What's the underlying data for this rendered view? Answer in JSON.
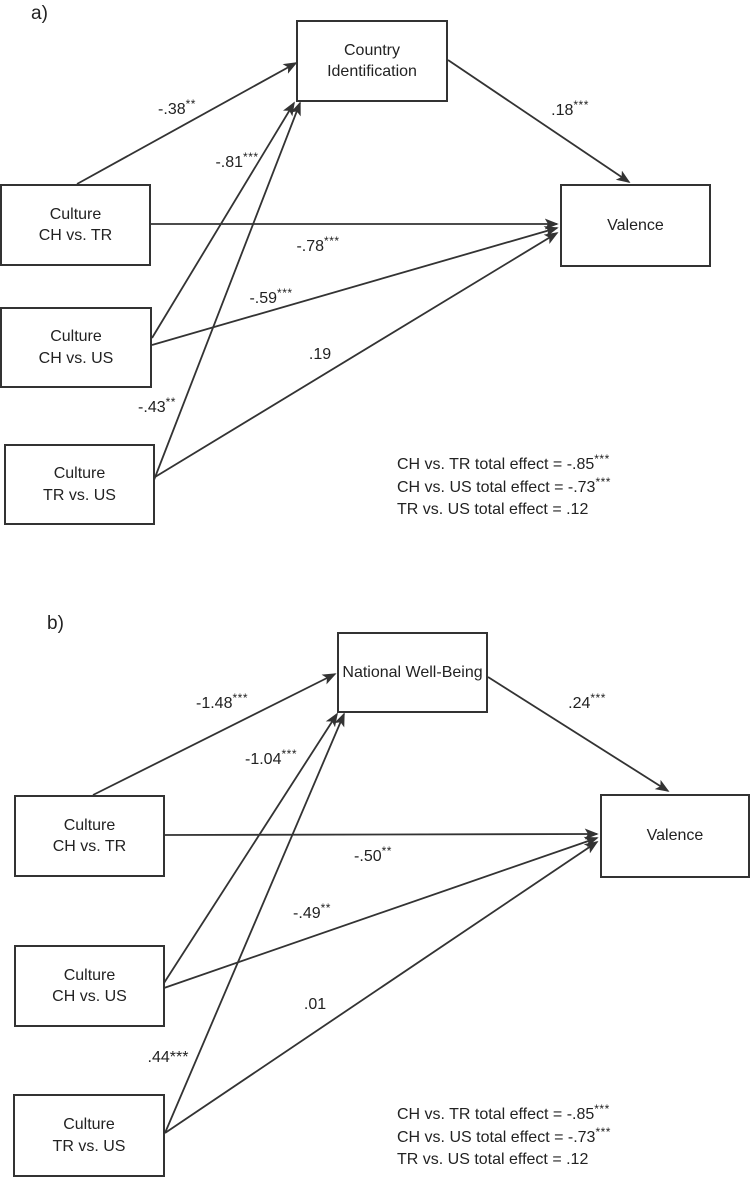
{
  "figure": {
    "panels": [
      {
        "label": "a)",
        "mediator": "Country\nIdentification",
        "predictors": [
          "Culture\nCH vs. TR",
          "Culture\nCH vs. US",
          "Culture\nTR vs. US"
        ],
        "outcome": "Valence",
        "coefficients": {
          "p1_mediator": {
            "value": "-.38",
            "stars": "**"
          },
          "p2_mediator": {
            "value": "-.81",
            "stars": "***"
          },
          "p3_mediator": {
            "value": "-.43",
            "stars": "**"
          },
          "mediator_outcome": {
            "value": ".18",
            "stars": "***"
          },
          "p1_outcome": {
            "value": "-.78",
            "stars": "***"
          },
          "p2_outcome": {
            "value": "-.59",
            "stars": "***"
          },
          "p3_outcome": {
            "value": ".19",
            "stars": ""
          }
        },
        "total_effects": [
          {
            "text": "CH vs. TR total effect = -.85",
            "stars": "***"
          },
          {
            "text": "CH vs. US total effect = -.73",
            "stars": "***"
          },
          {
            "text": "TR vs. US total effect = .12",
            "stars": ""
          }
        ]
      },
      {
        "label": "b)",
        "mediator": "National Well-Being",
        "predictors": [
          "Culture\nCH vs. TR",
          "Culture\nCH vs. US",
          "Culture\nTR vs. US"
        ],
        "outcome": "Valence",
        "coefficients": {
          "p1_mediator": {
            "value": "-1.48",
            "stars": "***"
          },
          "p2_mediator": {
            "value": "-1.04",
            "stars": "***"
          },
          "p3_mediator": {
            "value": ".44***",
            "stars": ""
          },
          "mediator_outcome": {
            "value": ".24",
            "stars": "***"
          },
          "p1_outcome": {
            "value": "-.50",
            "stars": "**"
          },
          "p2_outcome": {
            "value": "-.49",
            "stars": "**"
          },
          "p3_outcome": {
            "value": ".01",
            "stars": ""
          }
        },
        "total_effects": [
          {
            "text": "CH vs. TR total effect = -.85",
            "stars": "***"
          },
          {
            "text": "CH vs. US total effect = -.73",
            "stars": "***"
          },
          {
            "text": "TR vs. US total effect = .12",
            "stars": ""
          }
        ]
      }
    ]
  }
}
